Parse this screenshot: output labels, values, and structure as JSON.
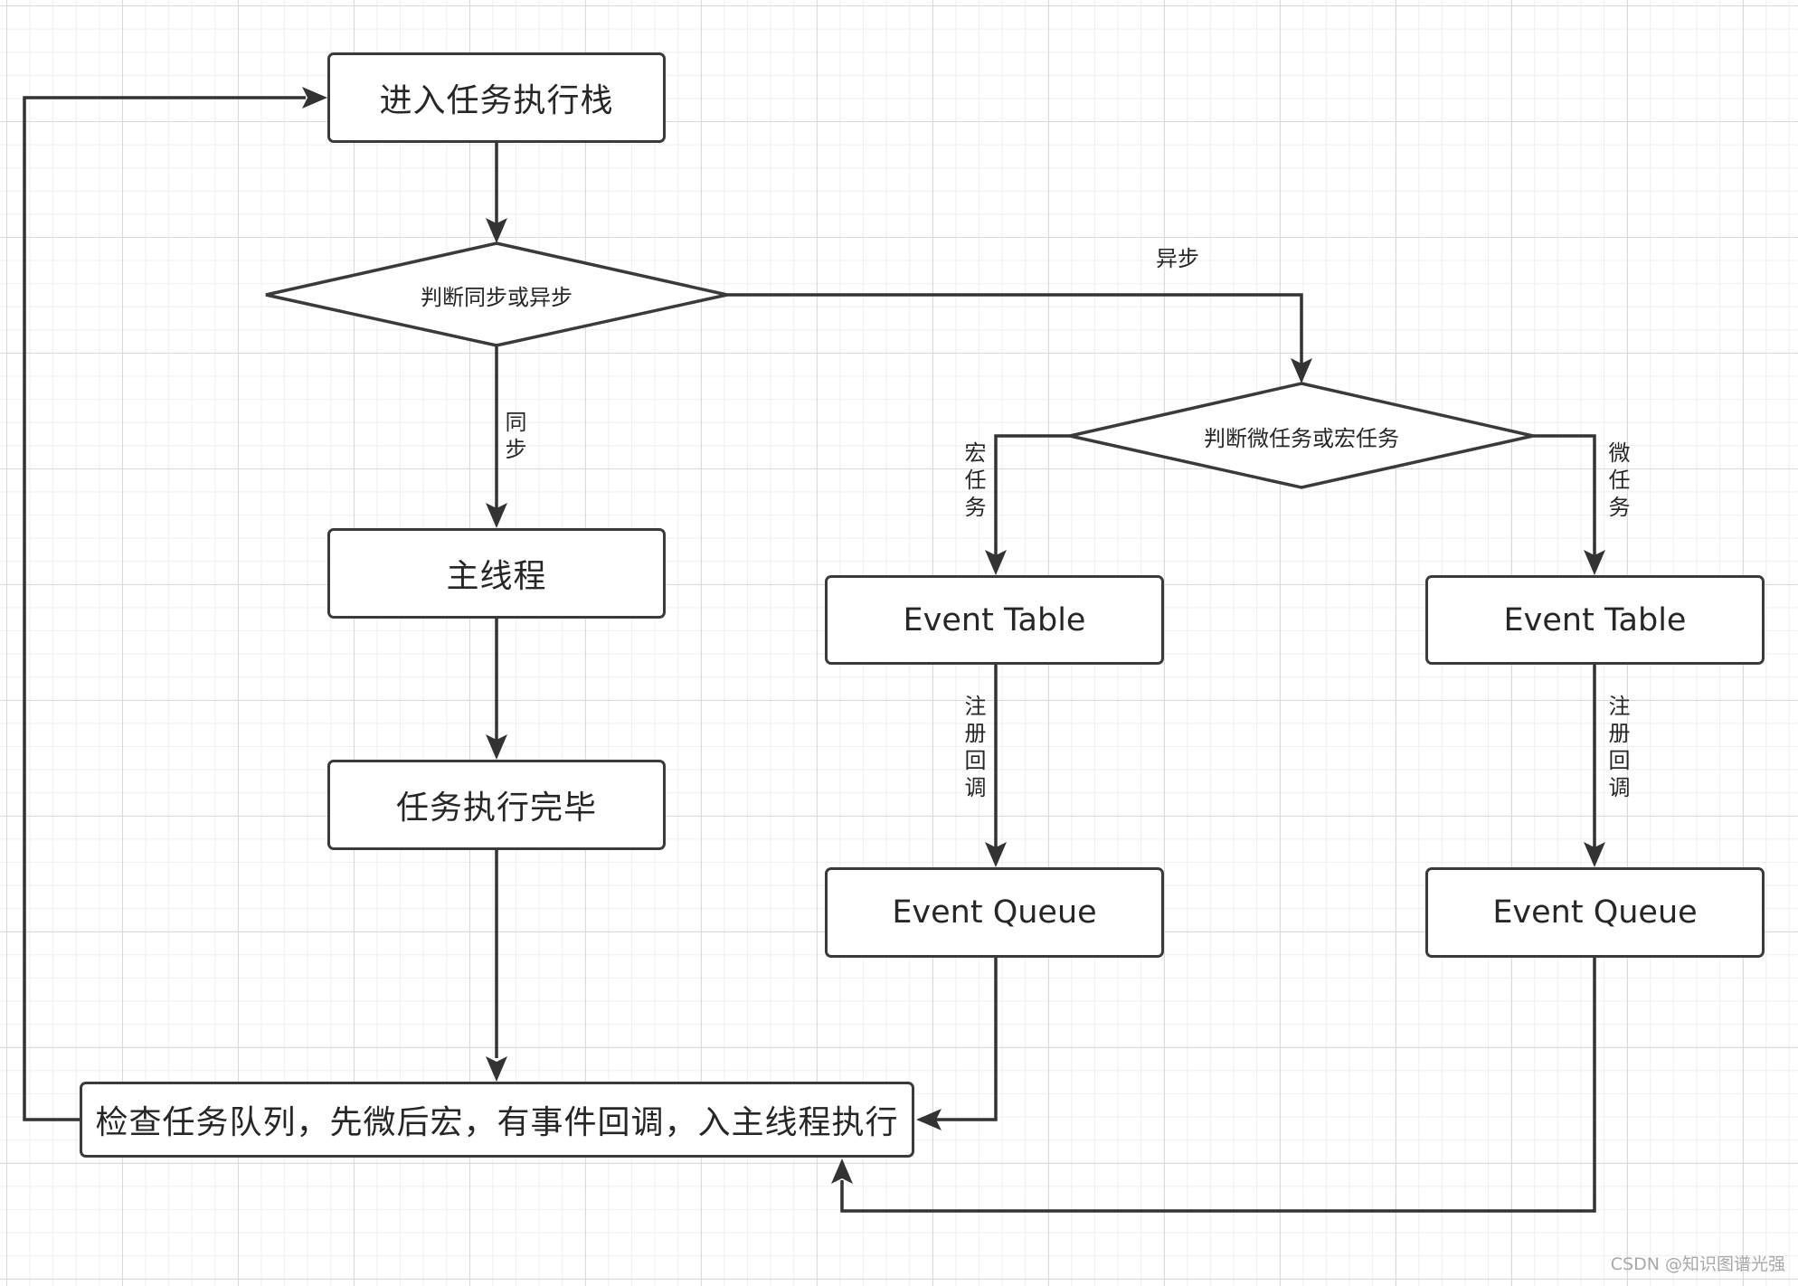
{
  "nodes": {
    "enter_stack": "进入任务执行栈",
    "judge_sync_async": "判断同步或异步",
    "main_thread": "主线程",
    "task_done": "任务执行完毕",
    "check_queue": "检查任务队列，先微后宏，有事件回调，入主线程执行",
    "judge_micro_macro": "判断微任务或宏任务",
    "macro_event_table": "Event Table",
    "micro_event_table": "Event Table",
    "macro_event_queue": "Event Queue",
    "micro_event_queue": "Event Queue"
  },
  "edge_labels": {
    "async": "异步",
    "sync": "同步",
    "macro_task": "宏任务",
    "micro_task": "微任务",
    "register_callback_macro": "注册回调",
    "register_callback_micro": "注册回调"
  },
  "watermark": "CSDN @知识图谱光强"
}
